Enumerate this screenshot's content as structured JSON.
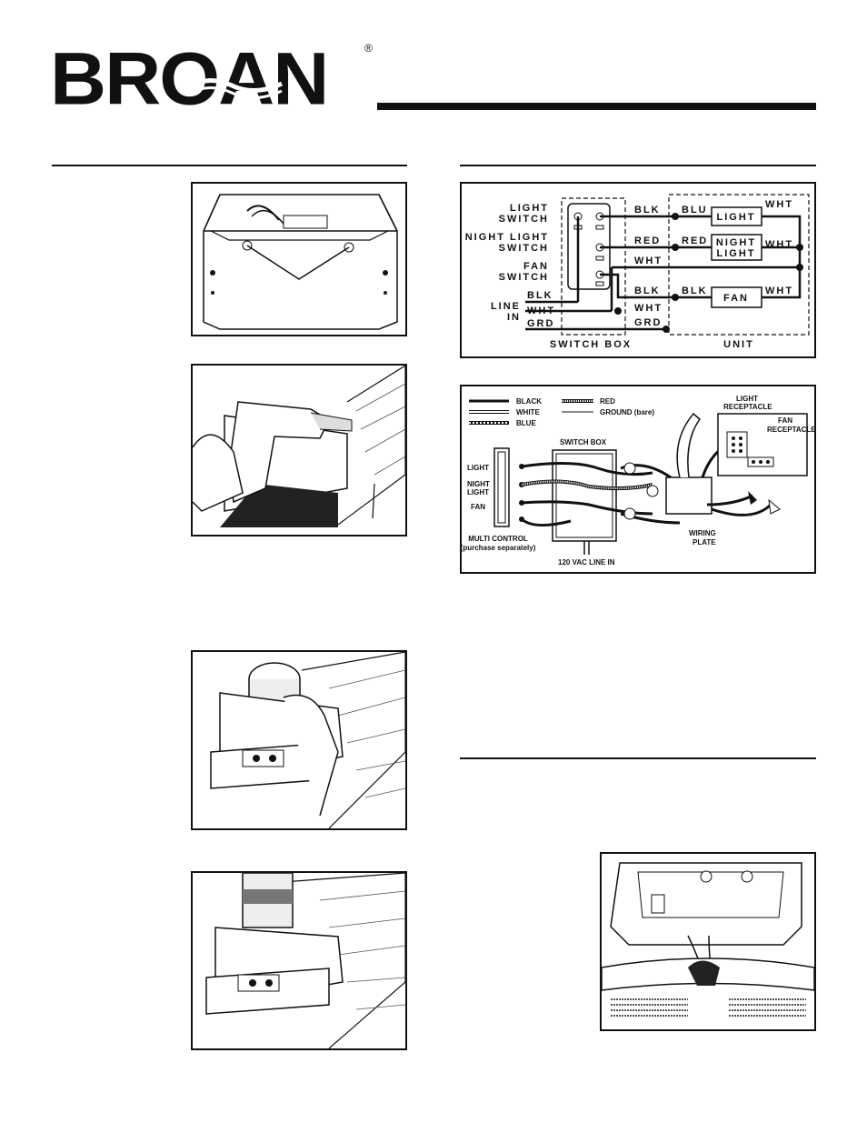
{
  "brand": {
    "name": "BROAN",
    "registered": "®"
  },
  "schematic": {
    "switch_labels": [
      "LIGHT",
      "SWITCH",
      "NIGHT LIGHT",
      "SWITCH",
      "FAN",
      "SWITCH"
    ],
    "line_in": [
      "LINE",
      "IN"
    ],
    "left_wires": [
      "BLK",
      "WHT",
      "GRD"
    ],
    "mid_wires": [
      "BLK",
      "RED",
      "WHT",
      "BLK",
      "WHT",
      "GRD"
    ],
    "unit_wires": [
      "BLU",
      "RED",
      "BLK"
    ],
    "right_wires": [
      "WHT",
      "WHT",
      "WHT"
    ],
    "components": [
      "LIGHT",
      "NIGHT",
      "LIGHT",
      "FAN"
    ],
    "group_labels": [
      "SWITCH BOX",
      "UNIT"
    ]
  },
  "wiring": {
    "legend": [
      "BLACK",
      "WHITE",
      "BLUE",
      "RED",
      "GROUND (bare)"
    ],
    "switch_box": "SWITCH BOX",
    "control_labels": [
      "LIGHT",
      "NIGHT",
      "LIGHT",
      "FAN"
    ],
    "multi_control": [
      "MULTI CONTROL",
      "(purchase separately)"
    ],
    "line_in": "120 VAC LINE IN",
    "light_receptacle": [
      "LIGHT",
      "RECEPTACLE"
    ],
    "fan_receptacle": [
      "FAN",
      "RECEPTACLE"
    ],
    "wiring_plate": [
      "WIRING",
      "PLATE"
    ]
  }
}
